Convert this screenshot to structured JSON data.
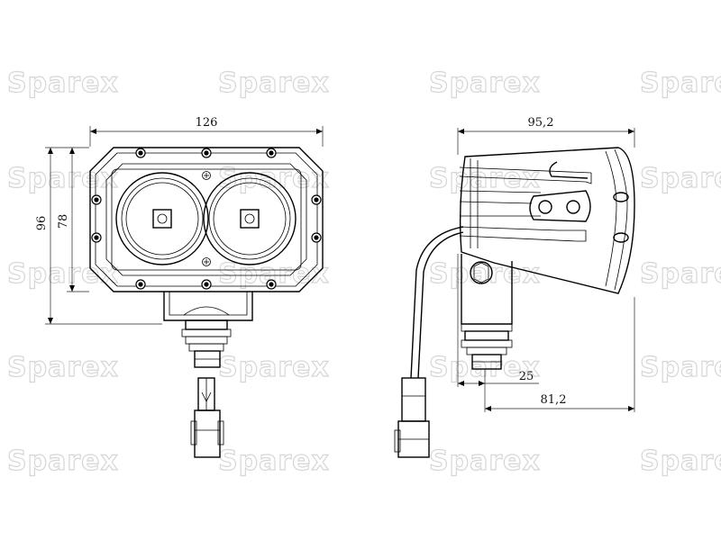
{
  "watermark": {
    "text": "Sparex",
    "color": "#d6d6d6"
  },
  "front_view": {
    "dimensions": {
      "width": "126",
      "height_outer": "96",
      "height_inner": "78"
    }
  },
  "side_view": {
    "dimensions": {
      "depth": "95,2",
      "bracket_offset": "25",
      "mount_depth": "81,2"
    }
  },
  "colors": {
    "line": "#000000",
    "dimension": "#222222",
    "background": "#ffffff"
  }
}
